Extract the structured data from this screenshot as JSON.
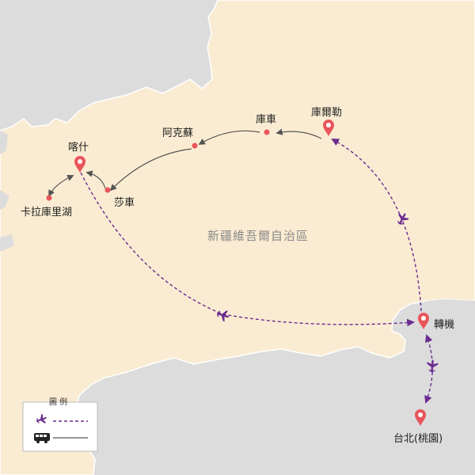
{
  "map": {
    "region_label": "新疆維吾爾自治區",
    "places": {
      "kashgar": "喀什",
      "karakul": "卡拉庫里湖",
      "shache": "莎車",
      "aksu": "阿克蘇",
      "kuqa": "庫車",
      "korla": "庫爾勒",
      "transfer": "轉機",
      "taipei": "台北(桃園)"
    },
    "colors": {
      "region_fill": "#faecd2",
      "outside_fill": "#dcdcdc",
      "flight_route": "#6b2c8f",
      "bus_route": "#555555",
      "pin": "#e8555b"
    }
  },
  "legend": {
    "title": "圖 例",
    "items": [
      {
        "icon": "airplane-icon",
        "line": "dashed"
      },
      {
        "icon": "bus-icon",
        "line": "solid"
      }
    ]
  }
}
